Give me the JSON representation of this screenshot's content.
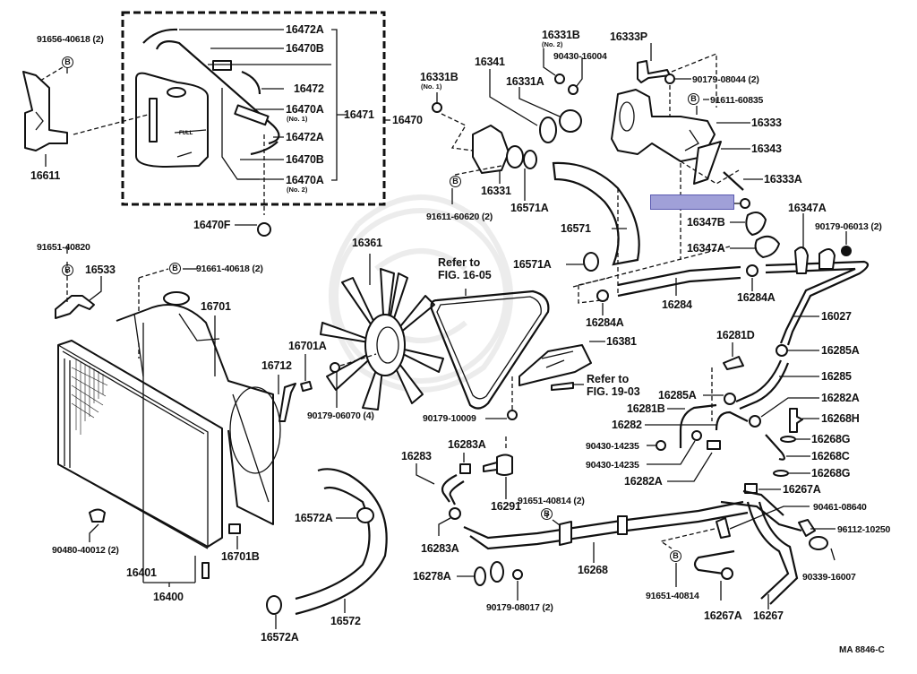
{
  "diagram": {
    "title_code": "MA  8846-C",
    "highlight_color": "#a0a0d8",
    "bolt_marker": "B",
    "references": [
      {
        "id": "ref-fig-16-05",
        "line1": "Refer to",
        "line2": "FIG. 16-05"
      },
      {
        "id": "ref-fig-19-03",
        "line1": "Refer to",
        "line2": "FIG. 19-03"
      }
    ],
    "reservoir_group": {
      "assembly": "16470",
      "subassembly": "16471",
      "items": [
        {
          "part": "16472A",
          "note": ""
        },
        {
          "part": "16470B",
          "note": ""
        },
        {
          "part": "16472",
          "note": ""
        },
        {
          "part": "16470A",
          "note": "(No. 1)"
        },
        {
          "part": "16472A",
          "note": ""
        },
        {
          "part": "16470B",
          "note": ""
        },
        {
          "part": "16470A",
          "note": "(No. 2)"
        }
      ]
    },
    "labels": {
      "p91656_40618": "91656-40618 (2)",
      "p16611": "16611",
      "p16470F": "16470F",
      "p91651_40820": "91651-40820",
      "p16533": "16533",
      "p91661_40618": "91661-40618 (2)",
      "p16701": "16701",
      "p16701A": "16701A",
      "p16712": "16712",
      "p90179_06070": "90179-06070 (4)",
      "p16361": "16361",
      "p90480_40012": "90480-40012 (2)",
      "p16401": "16401",
      "p16400": "16400",
      "p16701B": "16701B",
      "p16572A_top": "16572A",
      "p16572": "16572",
      "p16572A_bot": "16572A",
      "p16331B_1": "16331B",
      "p16331B_1_note": "(No. 1)",
      "p16331B_2": "16331B",
      "p16331B_2_note": "(No. 2)",
      "p16341": "16341",
      "p16331A": "16331A",
      "p90430_16004": "90430-16004",
      "p16333P": "16333P",
      "p90179_08044": "90179-08044 (2)",
      "p91611_60835": "91611-60835",
      "p16333": "16333",
      "p16343": "16343",
      "p16333A": "16333A",
      "p16331": "16331",
      "p16571A_top": "16571A",
      "p91611_60620": "91611-60620 (2)",
      "p16571": "16571",
      "p16571A_mid": "16571A",
      "p16347B": "16347B",
      "p16347A_left": "16347A",
      "p16347A_right": "16347A",
      "p90179_06013": "90179-06013 (2)",
      "p16284A_left": "16284A",
      "p16284": "16284",
      "p16284A_right": "16284A",
      "p16027": "16027",
      "p16381": "16381",
      "p90179_10009": "90179-10009",
      "p16281D": "16281D",
      "p16285A_top": "16285A",
      "p16285": "16285",
      "p16285A_mid": "16285A",
      "p16282A_top": "16282A",
      "p16281B": "16281B",
      "p16282": "16282",
      "p16268H": "16268H",
      "p90430_14235_a": "90430-14235",
      "p16268G_top": "16268G",
      "p90430_14235_b": "90430-14235",
      "p16268C": "16268C",
      "p16268G_bot": "16268G",
      "p16282A_bot": "16282A",
      "p16267A_top": "16267A",
      "p16283A_top": "16283A",
      "p16283": "16283",
      "p16291": "16291",
      "p91651_40814_2": "91651-40814 (2)",
      "p16283A_bot": "16283A",
      "p16268": "16268",
      "p16278A": "16278A",
      "p90179_08017": "90179-08017 (2)",
      "p90461_08640": "90461-08640",
      "p96112_10250": "96112-10250",
      "p90339_16007": "90339-16007",
      "p91651_40814": "91651-40814",
      "p16267A_bot": "16267A",
      "p16267": "16267"
    }
  }
}
